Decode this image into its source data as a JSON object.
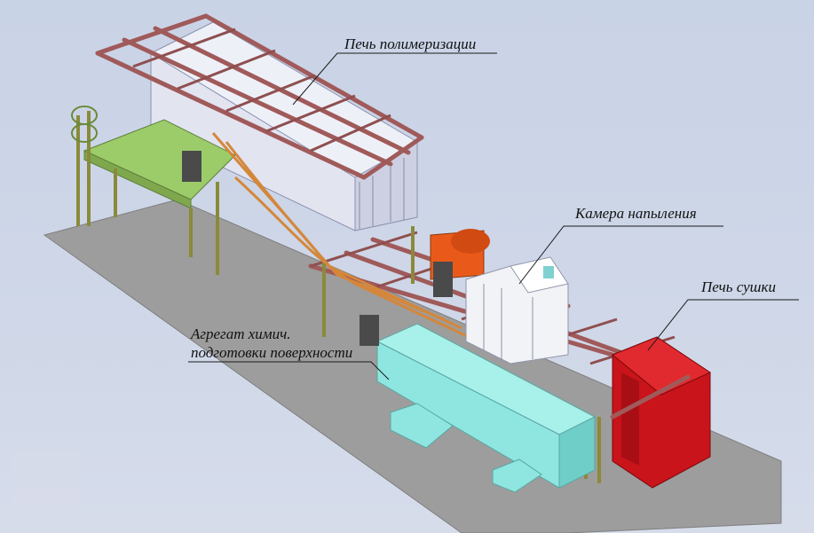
{
  "labels": {
    "polymerization_oven": "Печь полимеризации",
    "spray_booth": "Камера напыления",
    "drying_oven": "Печь сушки",
    "chem_unit_line1": "Агрегат химич.",
    "chem_unit_line2": "подготовки поверхности"
  },
  "colors": {
    "background": "#cdd5e7",
    "floor": "#9d9d9d",
    "frame": "#a05a5a",
    "platform": "#9ccc6a",
    "tank": "#8fe6e0",
    "drying_oven": "#c8141a",
    "spray_booth_body": "#e95a1a",
    "oven_panel": "#e2e4f0"
  }
}
